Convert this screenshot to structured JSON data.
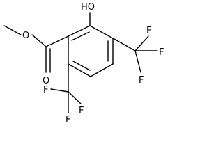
{
  "molecule": {
    "atoms": {
      "hydroxyl": "HO",
      "carbonyl_oxygen": "O",
      "ester_oxygen": "O",
      "cf3_top_f1": "F",
      "cf3_top_f2": "F",
      "cf3_top_f3": "F",
      "cf3_bottom_f1": "F",
      "cf3_bottom_f2": "F",
      "cf3_bottom_f3": "F"
    }
  }
}
